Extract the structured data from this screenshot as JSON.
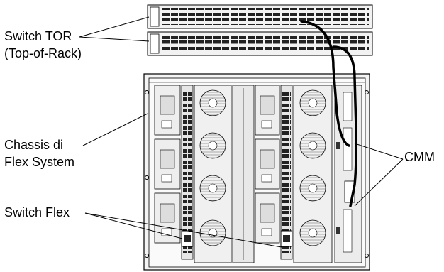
{
  "labels": {
    "switch_tor_line1": "Switch TOR",
    "switch_tor_line2": "(Top-of-Rack)",
    "chassis_line1": "Chassis di",
    "chassis_line2": "Flex System",
    "switch_flex": "Switch Flex",
    "cmm": "CMM"
  },
  "components": {
    "tor_switches": [
      "switch-tor-1",
      "switch-tor-2"
    ],
    "chassis": "flex-system-chassis",
    "flex_switch_count": 2,
    "cmm_count": 2,
    "cable_count": 2
  }
}
